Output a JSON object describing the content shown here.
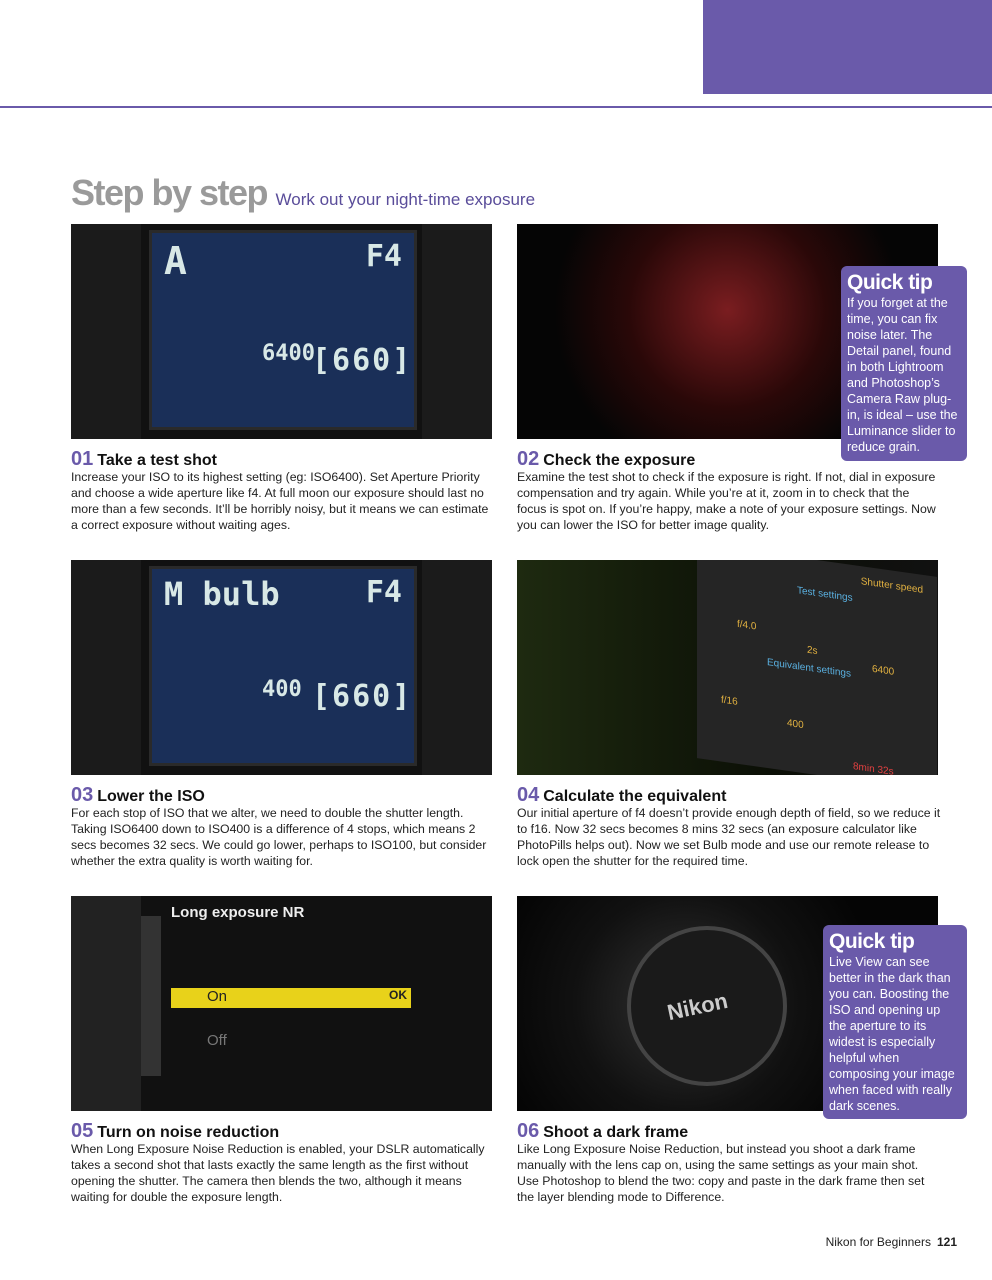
{
  "header": {
    "title": "Step by step",
    "subtitle": "Work out your night-time exposure"
  },
  "steps": [
    {
      "num": "01",
      "title": "Take a test shot",
      "body": "Increase your ISO to its highest setting (eg: ISO6400). Set Aperture Priority and choose a wide aperture like f4. At full moon our exposure should last no more than a few seconds. It’ll be horribly noisy, but it means we can estimate a correct exposure without waiting ages.",
      "lcd": {
        "mode": "A",
        "aperture": "F4",
        "iso": "6400",
        "count": "[660]"
      }
    },
    {
      "num": "02",
      "title": "Check the exposure",
      "body": "Examine the test shot to check if the exposure is right. If not, dial in exposure compensation and try again. While you’re at it, zoom in to check that the focus is spot on. If you’re happy, make a note of your exposure settings. Now you can lower the ISO for better image quality."
    },
    {
      "num": "03",
      "title": "Lower the ISO",
      "body": "For each stop of ISO that we alter, we need to double the shutter length. Taking ISO6400 down to ISO400 is a difference of 4 stops, which means 2 secs becomes 32 secs. We could go lower, perhaps to ISO100, but consider whether the extra quality is worth waiting for.",
      "lcd": {
        "mode": "M bulb",
        "aperture": "F4",
        "iso": "400",
        "count": "[660]"
      }
    },
    {
      "num": "04",
      "title": "Calculate the equivalent",
      "body": "Our initial aperture of f4 doesn’t provide enough depth of field, so we reduce it to f16. Now 32 secs becomes 8 mins 32 secs (an exposure calculator like PhotoPills helps out). Now we set Bulb mode and use our remote release to lock open the shutter for the required time.",
      "app": {
        "heading": "Shutter speed",
        "test": "Test settings",
        "f": "f/4.0",
        "t": "2s",
        "iso": "6400",
        "equiv": "Equivalent settings",
        "f2": "f/16",
        "iso2": "400",
        "time": "8min 32s"
      }
    },
    {
      "num": "05",
      "title": "Turn on noise reduction",
      "body": "When Long Exposure Noise Reduction is enabled, your DSLR automatically takes a second shot that lasts  exactly the same length as the first without opening the shutter. The camera then blends the two, although it means waiting for double the exposure length.",
      "menu": {
        "title": "Long exposure NR",
        "on": "On",
        "ok": "OK",
        "off": "Off"
      }
    },
    {
      "num": "06",
      "title": "Shoot a dark frame",
      "body": "Like Long Exposure Noise Reduction, but instead you shoot a dark frame manually with the lens cap on, using the same settings as your main shot. Use Photoshop to blend the two: copy and paste in the dark frame then set the layer blending mode to Difference.",
      "cap": "Nikon"
    }
  ],
  "tips": [
    {
      "title": "Quick tip",
      "body": "If you forget at the time, you can fix noise later. The Detail panel, found in both Lightroom and Photoshop’s Camera Raw plug-in, is ideal – use the Luminance slider to reduce grain."
    },
    {
      "title": "Quick tip",
      "body": "Live View can see better in the dark than you can. Boosting the ISO and opening up the aperture to its widest is especially helpful when composing your image when faced with really dark scenes."
    }
  ],
  "footer": {
    "magazine": "Nikon for Beginners",
    "page": "121"
  },
  "colors": {
    "accent": "#6a5aaa",
    "title_grey": "#9a9a9a"
  }
}
